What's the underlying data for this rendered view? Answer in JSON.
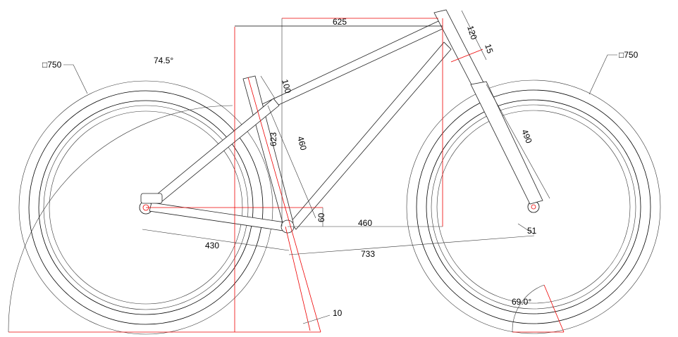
{
  "diagram": {
    "rear_wheel_diameter": "□750",
    "front_wheel_diameter": "□750",
    "seat_angle": "74.5°",
    "head_angle": "69.0°",
    "reach_top": "625",
    "head_tube": "120",
    "headset": "15",
    "seatpost_insert": "100",
    "seat_tube_ctt": "623",
    "seat_tube": "460",
    "front_center": "460",
    "fork_length": "490",
    "bb_drop": "60",
    "chainstay": "430",
    "wheelbase": "733",
    "fork_offset": "51",
    "seat_tube_offset": "10"
  }
}
